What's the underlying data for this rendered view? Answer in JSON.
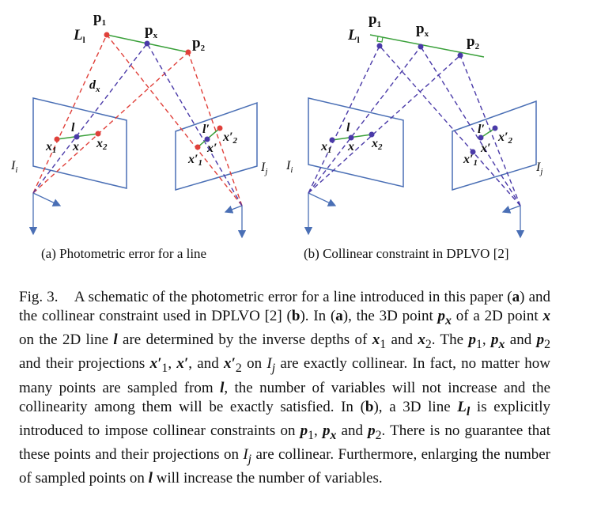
{
  "figure": {
    "panel_a": {
      "caption": "(a) Photometric error for a line",
      "labels": {
        "Ll": "L",
        "Ll_sub": "l",
        "p1": "p",
        "p1_sub": "1",
        "px": "p",
        "px_sub": "x",
        "p2": "p",
        "p2_sub": "2",
        "dx": "d",
        "dx_sub": "x",
        "l": "l",
        "x1": "x",
        "x1_sub": "1",
        "x": "x",
        "x2": "x",
        "x2_sub": "2",
        "lp": "l′",
        "x2p": "x′",
        "x2p_sub": "2",
        "xp": "x′",
        "x1p": "x′",
        "x1p_sub": "1",
        "Ii": "I",
        "Ii_sub": "i",
        "Ij": "I",
        "Ij_sub": "j"
      }
    },
    "panel_b": {
      "caption": "(b) Collinear constraint in DPLVO [2]",
      "labels": {
        "Ll": "L",
        "Ll_sub": "l",
        "p1": "p",
        "p1_sub": "1",
        "px": "p",
        "px_sub": "x",
        "p2": "p",
        "p2_sub": "2",
        "l": "l",
        "x1": "x",
        "x1_sub": "1",
        "x": "x",
        "x2": "x",
        "x2_sub": "2",
        "lp": "l′",
        "x2p": "x′",
        "x2p_sub": "2",
        "xp": "x′",
        "x1p": "x′",
        "x1p_sub": "1",
        "Ii": "I",
        "Ii_sub": "i",
        "Ij": "I",
        "Ij_sub": "j"
      }
    },
    "colors": {
      "red": "#e0403a",
      "purple": "#4a3aa8",
      "green": "#3aa03a",
      "blue": "#4a6fb5"
    }
  },
  "caption": {
    "s1": "Fig. 3.",
    "s2": "A schematic of the photometric error for a line introduced in this paper (",
    "a1": "a",
    "s3": ") and the collinear constraint used in DPLVO [2] (",
    "b1": "b",
    "s4": "). In (",
    "a2": "a",
    "s5": "), the 3D point ",
    "px": "p",
    "px_sub": "x",
    "s6": " of a 2D point ",
    "x": "x",
    "s7": " on the 2D line ",
    "l": "l",
    "s8": " are determined by the inverse depths of ",
    "x1": "x",
    "x1_sub": "1",
    "s9": " and ",
    "x2": "x",
    "x2_sub": "2",
    "s10": ". The ",
    "p1": "p",
    "p1_sub": "1",
    "s11": ", ",
    "px2": "p",
    "px2_sub": "x",
    "s12": " and ",
    "p2": "p",
    "p2_sub": "2",
    "s13": " and their projections ",
    "x1p": "x′",
    "x1p_sub": "1",
    "s14": ", ",
    "xp": "x′",
    "s15": ", and ",
    "x2p": "x′",
    "x2p_sub": "2",
    "s16": " on ",
    "Ij": "I",
    "Ij_sub": "j",
    "s17": " are exactly collinear. In fact, no matter how many points are sampled from ",
    "l2": "l",
    "s18": ", the number of variables will not increase and the collinearity among them will be exactly satisfied. In (",
    "b2": "b",
    "s19": "), a 3D line ",
    "Ll": "L",
    "Ll_sub": "l",
    "s20": " is explicitly introduced to impose collinear constraints on ",
    "p1b": "p",
    "p1b_sub": "1",
    "s21": ", ",
    "pxb": "p",
    "pxb_sub": "x",
    "s22": " and ",
    "p2b": "p",
    "p2b_sub": "2",
    "s23": ". There is no guarantee that these points and their projections on ",
    "Ij2": "I",
    "Ij2_sub": "j",
    "s24": " are collinear. Furthermore, enlarging the number of sampled points on ",
    "l3": "l",
    "s25": " will increase the number of variables."
  }
}
